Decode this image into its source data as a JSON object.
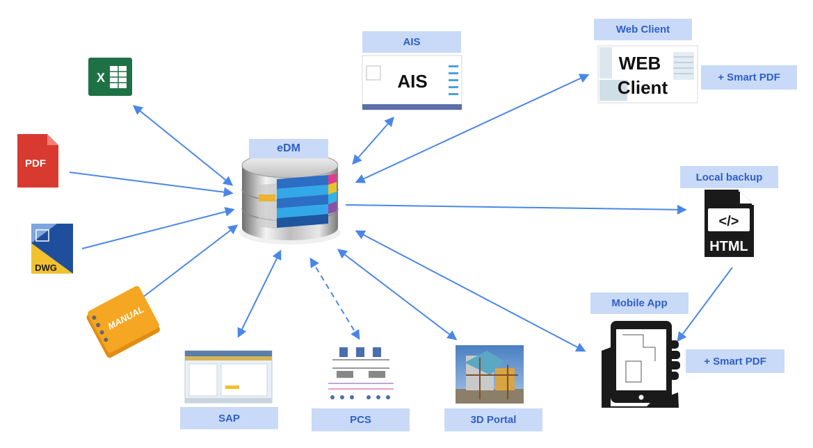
{
  "center": {
    "label": "eDM"
  },
  "nodes": {
    "ais": {
      "label": "AIS",
      "thumb_text": "AIS"
    },
    "web_client": {
      "label": "Web Client",
      "thumb_line1": "WEB",
      "thumb_line2": "Client"
    },
    "web_smart_pdf": {
      "label": "+ Smart PDF"
    },
    "local_backup": {
      "label": "Local backup",
      "file_tag": "</>",
      "file_type": "HTML"
    },
    "mobile_app": {
      "label": "Mobile App"
    },
    "mobile_smart_pdf": {
      "label": "+ Smart PDF"
    },
    "sap": {
      "label": "SAP"
    },
    "pcs": {
      "label": "PCS"
    },
    "portal_3d": {
      "label": "3D Portal"
    },
    "excel": {
      "icon": "excel-icon",
      "glyph": "X"
    },
    "pdf": {
      "icon": "pdf-icon",
      "glyph": "PDF"
    },
    "dwg": {
      "icon": "dwg-icon",
      "glyph": "DWG"
    },
    "manual": {
      "icon": "manual-icon",
      "glyph": "MANUAL"
    }
  },
  "colors": {
    "arrow": "#4a86e8",
    "label_bg": "#c9daf8",
    "label_text": "#2f5fc4",
    "excel": "#1e7145",
    "pdf": "#d93a30",
    "dwg_yellow": "#f2c12e",
    "dwg_blue": "#1f4e9c",
    "manual": "#f5a623"
  }
}
